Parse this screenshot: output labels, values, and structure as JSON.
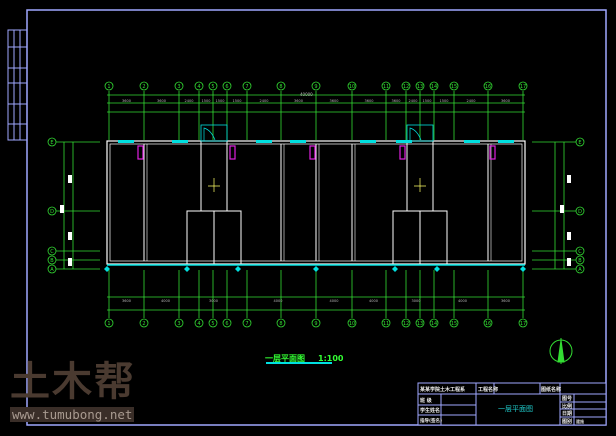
{
  "drawing": {
    "title": "一层平面图",
    "scale": "1:100",
    "total_dimension": "40000"
  },
  "axes": {
    "columns": [
      "1",
      "2",
      "3",
      "4",
      "5",
      "6",
      "7",
      "8",
      "9",
      "10",
      "11",
      "12",
      "13",
      "14",
      "15",
      "16",
      "17"
    ],
    "rows": [
      "E",
      "D",
      "C",
      "B",
      "A"
    ]
  },
  "dimensions": {
    "top": [
      "3600",
      "3600",
      "2400",
      "1500",
      "1500",
      "1500",
      "2400",
      "3600",
      "3600",
      "3600",
      "3600",
      "2400",
      "1500",
      "1500",
      "2400",
      "3600",
      "3600"
    ],
    "bottom": [
      "3600",
      "4000",
      "3000",
      "4000",
      "4000",
      "4000",
      "3000",
      "4000",
      "3600"
    ]
  },
  "title_block": {
    "school": "某某学院土木工程系",
    "project_label": "工程名称",
    "drawing_label": "图纸名称",
    "drawing_name": "一层平面图",
    "class_label": "班 级",
    "student_label": "学生姓名",
    "teacher_label": "指导(签名)",
    "right_labels": [
      "图号",
      "比例",
      "日期",
      "图别"
    ],
    "drawing_type": "建施"
  },
  "watermark": {
    "logo": "土木帮",
    "url": "www.tumubong.net"
  },
  "colors": {
    "frame": "#a0a8ff",
    "axis": "#33dd33",
    "wall": "#ffffff",
    "window": "#00e0e0",
    "fixture": "#e020e0"
  }
}
